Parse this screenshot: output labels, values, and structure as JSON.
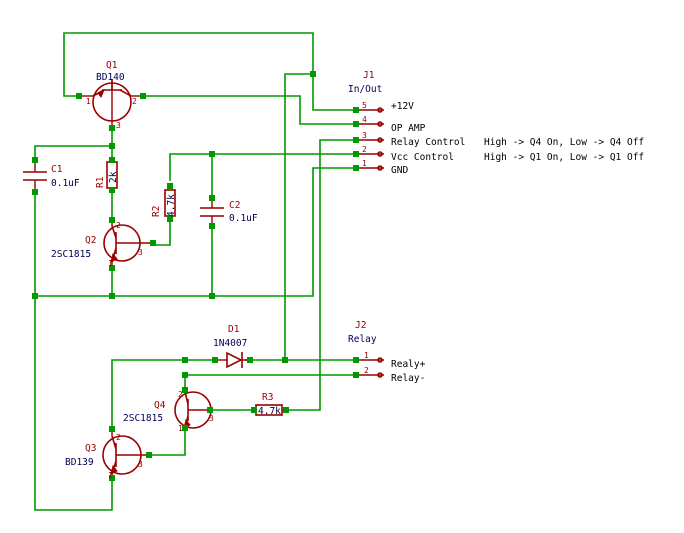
{
  "components": {
    "q1": {
      "ref": "Q1",
      "value": "BD140"
    },
    "q2": {
      "ref": "Q2",
      "value": "2SC1815"
    },
    "q3": {
      "ref": "Q3",
      "value": "BD139"
    },
    "q4": {
      "ref": "Q4",
      "value": "2SC1815"
    },
    "c1": {
      "ref": "C1",
      "value": "0.1uF"
    },
    "c2": {
      "ref": "C2",
      "value": "0.1uF"
    },
    "r1": {
      "ref": "R1",
      "value": "2k"
    },
    "r2": {
      "ref": "R2",
      "value": "4.7k"
    },
    "r3": {
      "ref": "R3",
      "value": "4.7k"
    },
    "d1": {
      "ref": "D1",
      "value": "1N4007"
    },
    "j1": {
      "ref": "J1",
      "value": "In/Out"
    },
    "j2": {
      "ref": "J2",
      "value": "Relay"
    }
  },
  "j1_pins": [
    {
      "num": "5",
      "label": "+12V"
    },
    {
      "num": "4",
      "label": "OP AMP"
    },
    {
      "num": "3",
      "label": "Relay Control"
    },
    {
      "num": "2",
      "label": "Vcc Control"
    },
    {
      "num": "1",
      "label": "GND"
    }
  ],
  "j2_pins": [
    {
      "num": "1",
      "label": "Realy+"
    },
    {
      "num": "2",
      "label": "Relay-"
    }
  ],
  "notes": [
    "High -> Q4 On, Low -> Q4 Off",
    "High -> Q1 On, Low -> Q1 Off"
  ],
  "pin_numbers": {
    "one": "1",
    "two": "2",
    "three": "3"
  },
  "colors": {
    "wire": "#009900",
    "component": "#990000",
    "text": "#000000"
  }
}
